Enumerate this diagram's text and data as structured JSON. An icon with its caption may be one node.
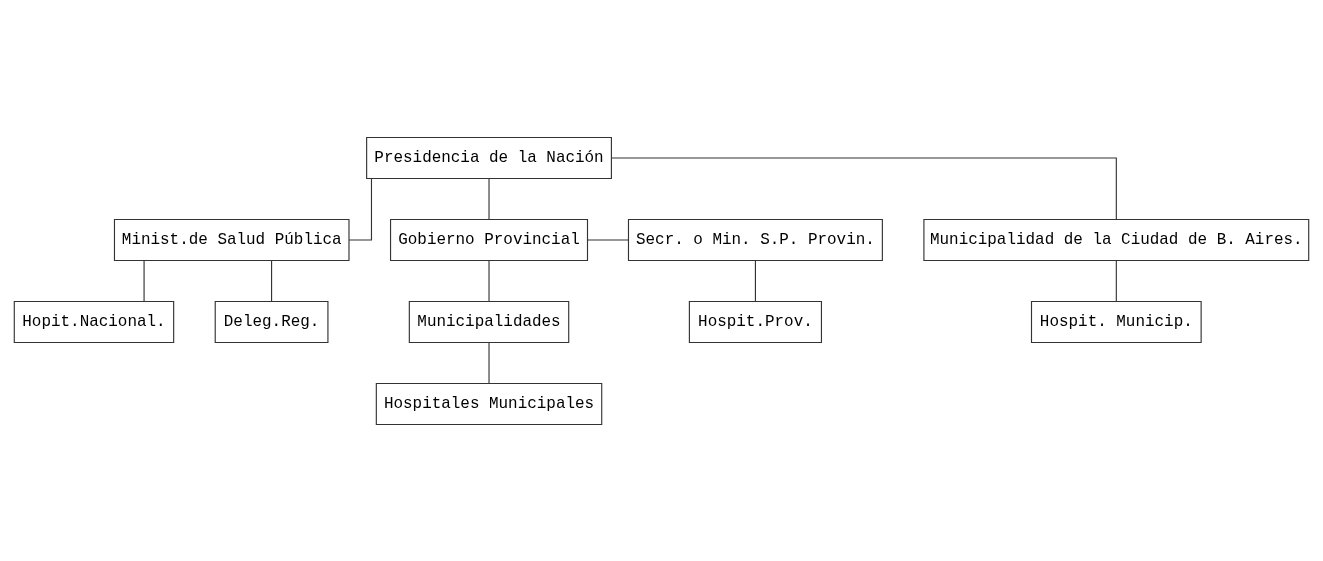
{
  "diagram": {
    "nodes": [
      {
        "text": [
          "Presidencia de la Nación"
        ]
      },
      {
        "text": [
          "Minist.de Salud Pública"
        ]
      },
      {
        "text": [
          "Gobierno Provincial"
        ]
      },
      {
        "text": [
          "Secr. o Min. S.P. Provin."
        ]
      },
      {
        "text": [
          "Deleg.Reg."
        ]
      },
      {
        "text": [
          "Municipalidad de la Ciudad de B. Aires."
        ]
      },
      {
        "text": [
          "Hopit.Nacional."
        ]
      },
      {
        "text": [
          "Municipalidades"
        ]
      },
      {
        "text": [
          "Hospit.Prov."
        ]
      },
      {
        "text": [
          "Hospit. Municip."
        ]
      },
      {
        "text": [
          "Hospitales Municipales"
        ]
      }
    ],
    "edges": [
      {
        "from": 0,
        "to": 5,
        "arrow": "none"
      },
      {
        "from": 0,
        "to": 2,
        "arrow": "none"
      },
      {
        "from": 0,
        "to": 1,
        "arrow": "none"
      },
      {
        "from": 1,
        "to": 4,
        "arrow": "none"
      },
      {
        "from": 1,
        "to": 6,
        "arrow": "none"
      },
      {
        "from": 2,
        "to": 3,
        "arrow": "none"
      },
      {
        "from": 2,
        "to": 7,
        "arrow": "none"
      },
      {
        "from": 3,
        "to": 8,
        "arrow": "none"
      },
      {
        "from": 5,
        "to": 9,
        "arrow": "none"
      },
      {
        "from": 7,
        "to": 10,
        "arrow": "none"
      }
    ]
  }
}
